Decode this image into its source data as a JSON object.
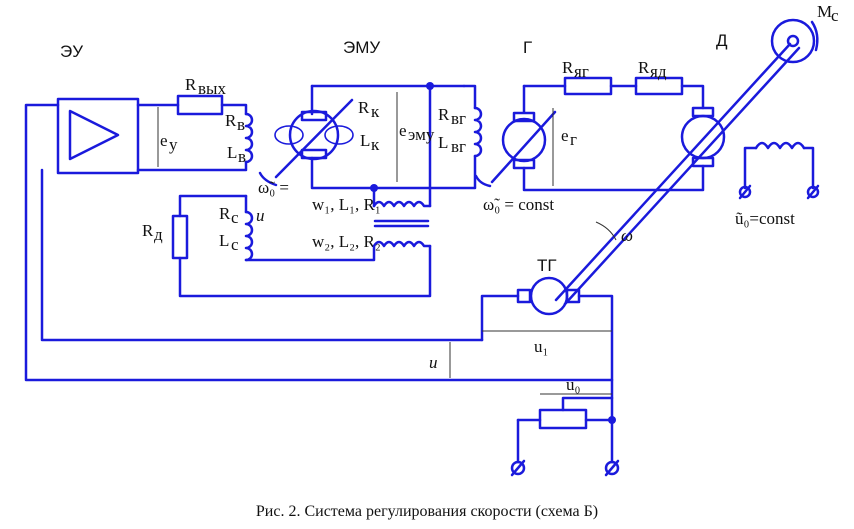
{
  "titles": {
    "eu": "ЭУ",
    "emu": "ЭМУ",
    "g": "Г",
    "d": "Д",
    "tg": "ТГ"
  },
  "labels": {
    "r_vyh": "R",
    "r_vyh_sub": "вых",
    "r_v": "R",
    "r_v_sub": "в",
    "l_v": "L",
    "l_v_sub": "в",
    "e_u": "e",
    "e_u_sub": "у",
    "r_k": "R",
    "r_k_sub": "к",
    "l_k": "L",
    "l_k_sub": "к",
    "e_emu": "e",
    "e_emu_sub": "эму",
    "r_vg": "R",
    "r_vg_sub": "вг",
    "l_vg": "L",
    "l_vg_sub": "вг",
    "omega0_left": "ω̃₀ =",
    "w1": "w₁, L₁, R₁",
    "w2": "w₂, L₂, R₂",
    "r_c": "R",
    "r_c_sub": "c",
    "l_c": "L",
    "l_c_sub": "c",
    "u_c": "u",
    "r_d": "R",
    "r_d_sub": "д",
    "r_yag": "R",
    "r_yag_sub": "яг",
    "r_yad": "R",
    "r_yad_sub": "яд",
    "e_g": "e",
    "e_g_sub": "г",
    "omega0_const": "ω̃₀ = const",
    "m_c": "M",
    "m_c_sub": "c",
    "omega": "ω",
    "u0_const": "ũ₀=const",
    "u1": "u₁",
    "u": "u",
    "u0": "u₀"
  },
  "caption": "Рис. 2. Система регулирования скорости (схема Б)"
}
